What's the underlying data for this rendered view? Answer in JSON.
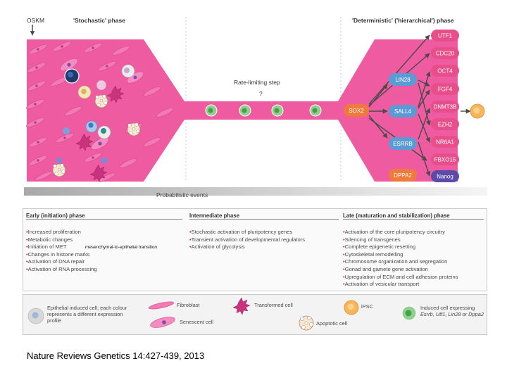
{
  "header": {
    "oskm": "OSKM",
    "stochastic_phase": "'Stochastic' phase",
    "deterministic_phase": "'Deterministic' ('hierarchical') phase",
    "rate_limiting": "Rate-limiting step",
    "question": "?",
    "probabilistic": "Probabilistic events"
  },
  "genes": {
    "sox2": "SOX2",
    "lin28": "LIN28",
    "sall4": "SALL4",
    "esrrb": "ESRRB",
    "dppa2": "DPPA2",
    "right_column": [
      "UTF1",
      "CDC20",
      "OCT4",
      "FGF4",
      "DNMT3B",
      "EZH2",
      "NR6A1",
      "FBXO15",
      "Nanog"
    ]
  },
  "colors": {
    "pink": "#ef5ba1",
    "gene_pink": "#e84e8a",
    "gene_blue": "#5b9bd5",
    "gene_orange": "#f07a3a",
    "gene_purple": "#5b4aa8",
    "ipsc": "#f9b55a"
  },
  "phases": {
    "early": {
      "title": "Early (initiation) phase",
      "items": [
        "Increased proliferation",
        "Metabolic changes",
        "Initiation of MET",
        "Changes in histone marks",
        "Activation of DNA repair",
        "Activation of RNA processing"
      ],
      "met_note": "mesenchymal-to-epithelial transition"
    },
    "intermediate": {
      "title": "Intermediate phase",
      "items": [
        "Stochastic activation of pluripotency genes",
        "Transient activation of developmental regulators",
        "Activation of glycolysis"
      ]
    },
    "late": {
      "title": "Late (maturation and stabilization) phase",
      "items": [
        "Activation of the core pluripotency circuitry",
        "Silencing of transgenes",
        "Complete epigenetic resetting",
        "Cytoskeletal remodelling",
        "Chromosome organization and segregation",
        "Gonad and gamete gene activation",
        "Upregulation of ECM and cell adhesion proteins",
        "Activation of vesicular transport"
      ]
    }
  },
  "legend": {
    "epithelial": "Epithelial induced cell; each colour represents a different expression profile",
    "fibroblast": "Fibroblast",
    "senescent": "Senescent cell",
    "transformed": "Transformed cell",
    "apoptotic": "Apoptotic cell",
    "ipsc": "iPSC",
    "induced_prefix": "Induced cell expressing ",
    "induced_genes": "Esrrb, Utf1, Lin28 or Dppa2"
  },
  "citation": "Nature Reviews Genetics 14:427-439, 2013"
}
